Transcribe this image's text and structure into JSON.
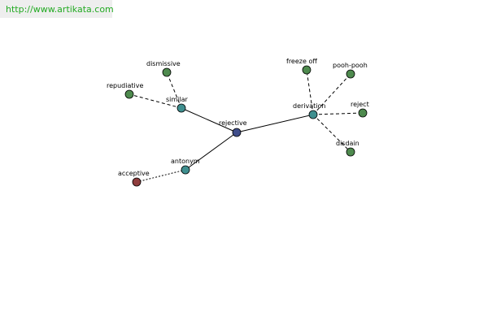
{
  "header": {
    "url": "http://www.artikata.com"
  },
  "colors": {
    "center": "#3f4d8a",
    "relation": "#3f8f8f",
    "leaf": "#4e8a4e",
    "antonym_leaf": "#8f3d3d",
    "link": "#22aa22"
  },
  "graph": {
    "center": {
      "label": "rejective"
    },
    "relations": [
      {
        "label": "similar"
      },
      {
        "label": "derivation"
      },
      {
        "label": "antonym"
      }
    ],
    "leaves": [
      {
        "label": "dismissive",
        "relation": "similar"
      },
      {
        "label": "repudiative",
        "relation": "similar"
      },
      {
        "label": "freeze off",
        "relation": "derivation"
      },
      {
        "label": "pooh-pooh",
        "relation": "derivation"
      },
      {
        "label": "reject",
        "relation": "derivation"
      },
      {
        "label": "disdain",
        "relation": "derivation"
      },
      {
        "label": "acceptive",
        "relation": "antonym"
      }
    ]
  }
}
